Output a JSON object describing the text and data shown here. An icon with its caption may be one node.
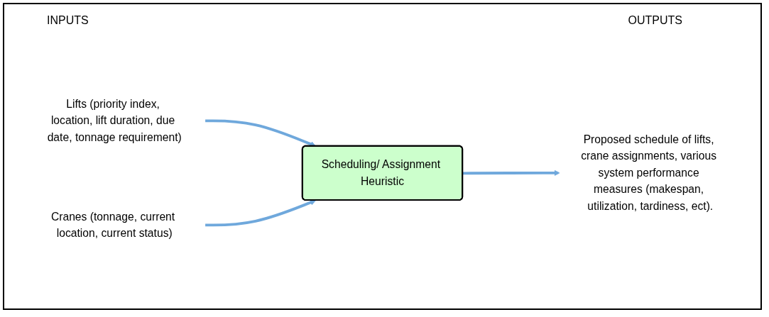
{
  "diagram": {
    "nodes": [
      {
        "text": [
          "Lifts (priority index, location, lift duration, due date, tonnage requirement)"
        ]
      },
      {
        "text": [
          "Cranes (tonnage, current location, current status)"
        ]
      },
      {
        "text": [
          "Scheduling/ Assignment Heuristic"
        ]
      },
      {
        "text": [
          "Proposed schedule of lifts, crane assignments, various system performance measures (makespan, utilization, tardiness, ect)."
        ]
      }
    ],
    "edges": [
      {
        "from": 0,
        "to": 2,
        "arrow": "to"
      },
      {
        "from": 1,
        "to": 2,
        "arrow": "to"
      },
      {
        "from": 2,
        "to": 3,
        "arrow": "to"
      }
    ],
    "labels": [
      "INPUTS",
      "OUTPUTS"
    ]
  }
}
